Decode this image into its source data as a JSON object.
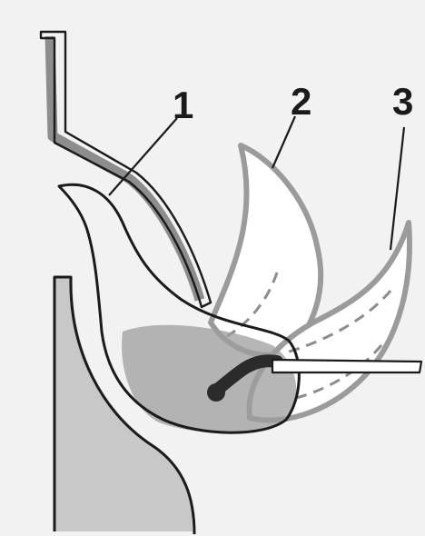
{
  "labels": [
    {
      "id": "1",
      "text": "1"
    },
    {
      "id": "2",
      "text": "2"
    },
    {
      "id": "3",
      "text": "3"
    }
  ],
  "colors": {
    "background": "#f2f2f2",
    "outline": "#1b1b1b",
    "gray_structure": "#8d8d8d",
    "gray_shadow": "#a8a8a8",
    "lobe_fill": "#ffffff",
    "dark_tissue": "#2b2b2b"
  },
  "icons": {
    "pointer": "tool-probe-icon"
  }
}
